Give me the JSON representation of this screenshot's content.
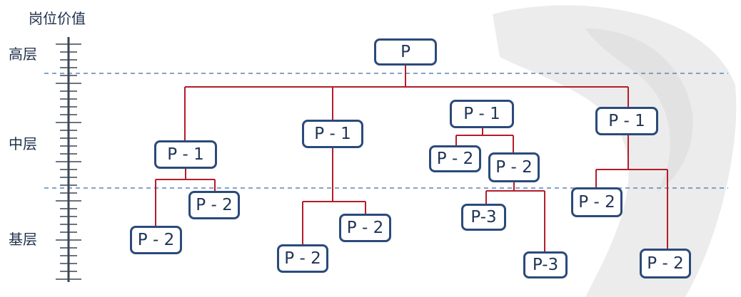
{
  "axis": {
    "title": "岗位价值",
    "levels": {
      "high": "高层",
      "mid": "中层",
      "base": "基层"
    }
  },
  "nodes": {
    "root": "P",
    "b1_p1": "P - 1",
    "b1_p2": "P - 2",
    "b1_p2b": "P - 2",
    "b2_p1": "P - 1",
    "b2_p2a": "P - 2",
    "b2_p2b": "P - 2",
    "b3_p1": "P - 1",
    "b3_p2a": "P - 2",
    "b3_p2b": "P - 2",
    "b3_p3a": "P-3",
    "b3_p3b": "P-3",
    "b4_p1": "P - 1",
    "b4_p2a": "P - 2",
    "b4_p2b": "P - 2"
  },
  "colors": {
    "connector": "#b51c2a",
    "node_border": "#2b4a7a",
    "divider": "#5b86b8",
    "axis": "#3a4656"
  }
}
